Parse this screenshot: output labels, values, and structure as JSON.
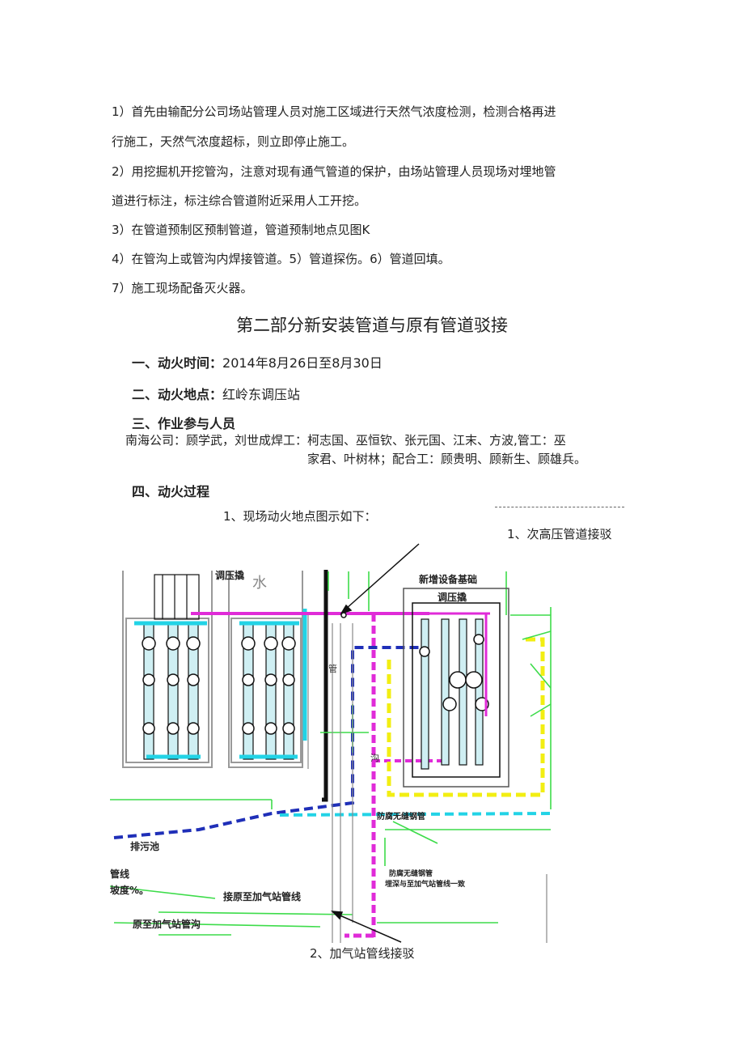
{
  "steps": [
    "1）首先由输配分公司场站管理人员对施工区域进行天然气浓度检测，检测合格再进",
    "行施工，天然气浓度超标，则立即停止施工。",
    "2）用挖掘机开挖管沟，注意对现有通气管道的保护，由场站管理人员现场对埋地管",
    "道进行标注，标注综合管道附近采用人工开挖。",
    "3）在管道预制区预制管道，管道预制地点见图K",
    "4）在管沟上或管沟内焊接管道。5）管道探伤。6）管道回填。",
    "7）施工现场配备灭火器。"
  ],
  "section_title": "第二部分新安装管道与原有管道驳接",
  "items": {
    "time_label": "一、动火时间：",
    "time_value": "2014年8月26日至8月30日",
    "place_label": "二、动火地点：",
    "place_value": "红岭东调压站",
    "people_label": "三、作业参与人员",
    "people_line1": "南海公司：顾学武，刘世成焊工：柯志国、巫恒钦、张元国、江末、方波,管工：巫",
    "people_line2": "家君、叶树林；配合工：顾贵明、顾新生、顾雄兵。",
    "process_label": "四、动火过程",
    "figure_caption": "1、现场动火地点图示如下："
  },
  "callouts": {
    "top": "1、次高压管道接驳",
    "bottom": "2、加气站管线接驳"
  },
  "diagram_labels": {
    "regulator_room": "调压撬",
    "new_foundation": "新增设备基础",
    "regulator_station": "调压撬",
    "water": "水",
    "drain_pool": "排污池",
    "pipe_line": "管线",
    "slope": "坡度%。",
    "connect_gas": "接原至加气站管线",
    "old_gas_trench": "原至加气站管沟",
    "anti_rust": "防腐无缝钢管",
    "anti_rust2": "防腐无缝钢管",
    "same_as_gas": "埋深与至加气站管线一致",
    "trench": "沟",
    "pipe_mark": "管"
  },
  "colors": {
    "green": "#3ddc4a",
    "cyan": "#22d3e6",
    "magenta": "#e02bd8",
    "blue": "#1f2fb8",
    "yellow": "#f2ee12",
    "black": "#111111"
  }
}
